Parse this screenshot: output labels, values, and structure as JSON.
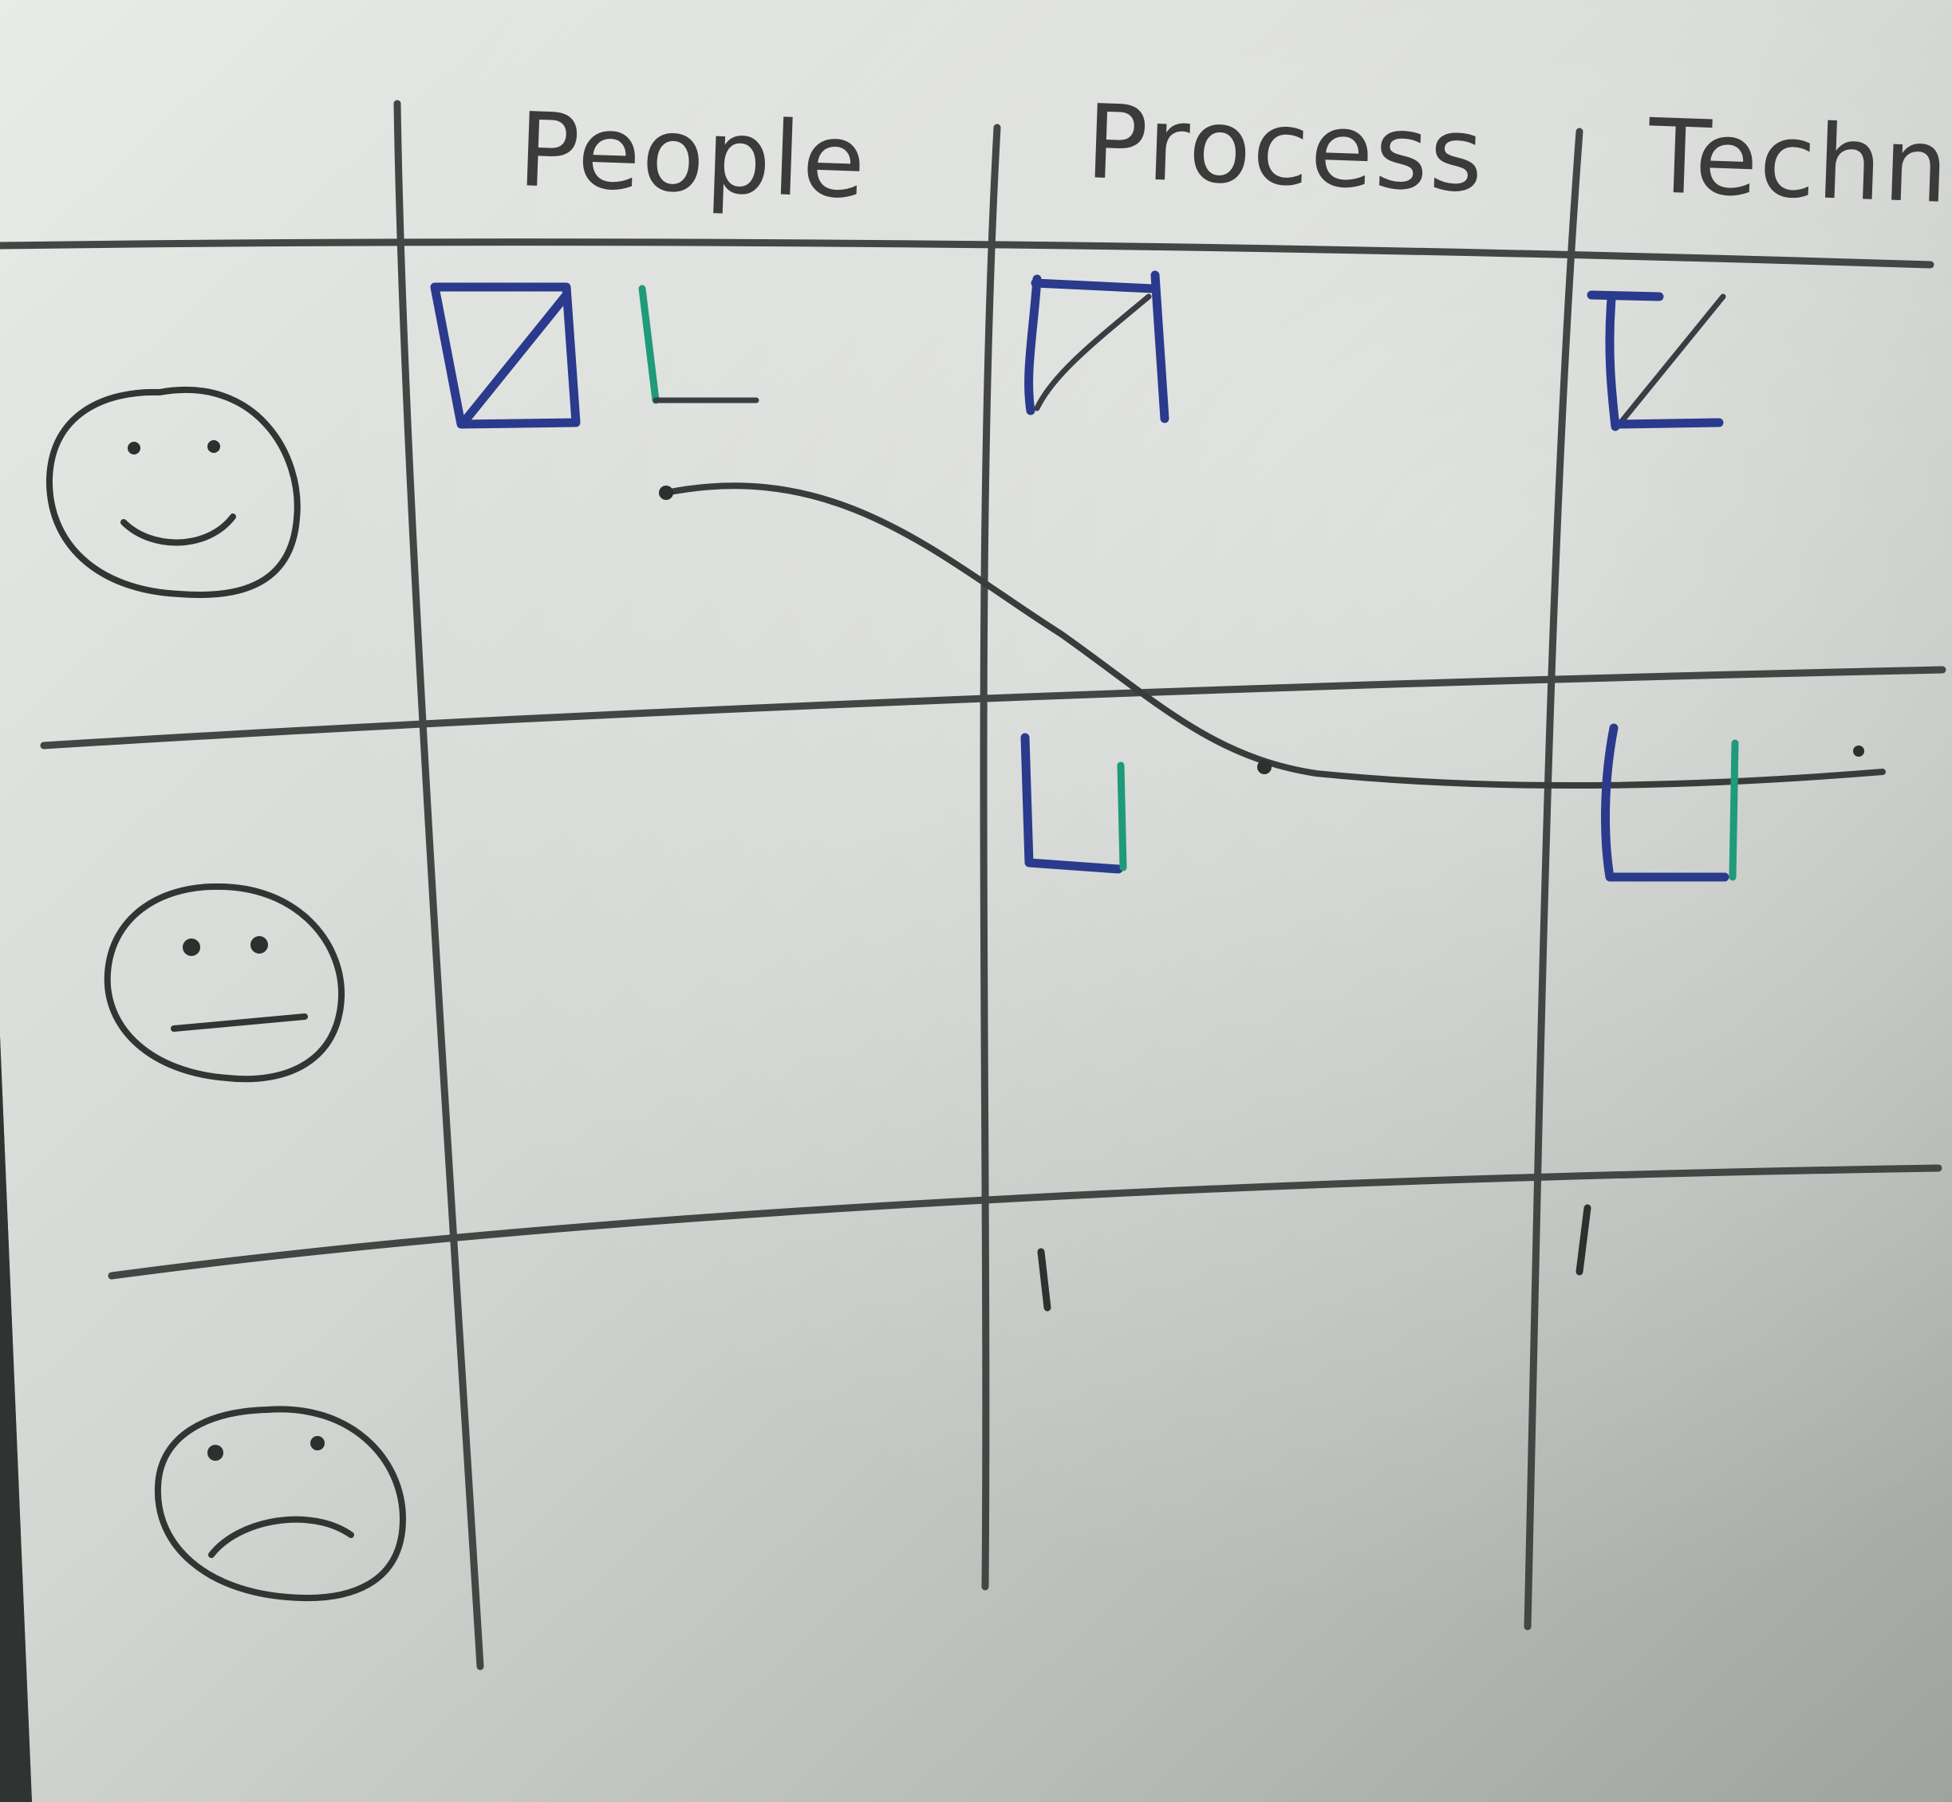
{
  "board": {
    "columns": [
      {
        "id": "people",
        "label": "People"
      },
      {
        "id": "process",
        "label": "Process"
      },
      {
        "id": "techno",
        "label": "Techno"
      }
    ],
    "rows": [
      {
        "id": "happy",
        "icon": "smiley-happy-icon"
      },
      {
        "id": "neutral",
        "icon": "smiley-neutral-icon"
      },
      {
        "id": "sad",
        "icon": "smiley-sad-icon"
      }
    ],
    "colors": {
      "paper_light": "#e6e8e5",
      "paper_dark": "#a3a7a2",
      "ink_black": "#3a3b3b",
      "ink_blue": "#2a3a8c",
      "ink_green": "#1f9a7a"
    }
  }
}
